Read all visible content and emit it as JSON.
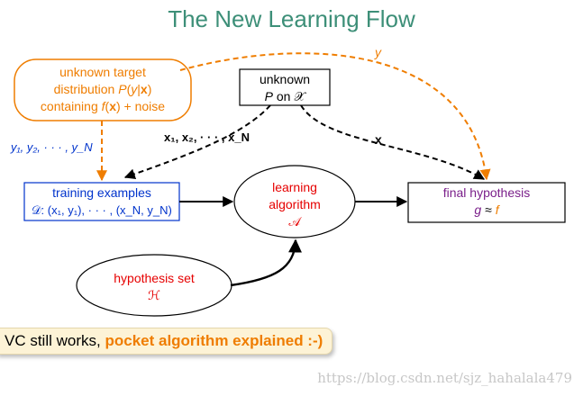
{
  "title": "The New Learning Flow",
  "nodes": {
    "target": {
      "line1": "unknown target",
      "line2a": "distribution ",
      "line2b": "P",
      "line2c": "(",
      "line2d": "y",
      "line2e": "|",
      "line2f": "x",
      "line2g": ")",
      "line3a": "containing ",
      "line3b": "f",
      "line3c": "(",
      "line3d": "x",
      "line3e": ") + noise"
    },
    "input_dist": {
      "line1": "unknown",
      "line2a": "P",
      "line2b": " on ",
      "line2c": "𝒳"
    },
    "training": {
      "line1": "training examples",
      "line2": "𝒟: (x₁, y₁), · · · , (x_N, y_N)"
    },
    "learning": {
      "line1": "learning",
      "line2": "algorithm",
      "line3": "𝒜"
    },
    "final": {
      "line1": "final hypothesis",
      "line2a": "g",
      "line2b": " ≈ ",
      "line2c": "f"
    },
    "hypothesis_set": {
      "line1": "hypothesis set",
      "line2": "ℋ"
    }
  },
  "edge_labels": {
    "y": "y",
    "y_samples": "y₁, y₂, · · · , y_N",
    "x_samples": "x₁, x₂, · · · , x_N",
    "x_single": "x"
  },
  "banner": {
    "prefix": "VC still works, ",
    "highlight": "pocket algorithm explained :-)"
  },
  "watermark": "https://blog.csdn.net/sjz_hahalala479",
  "colors": {
    "title": "#3d8f78",
    "orange": "#ef7d00",
    "blue": "#0033cc",
    "red": "#e60000",
    "purple": "#7a1f8a"
  }
}
